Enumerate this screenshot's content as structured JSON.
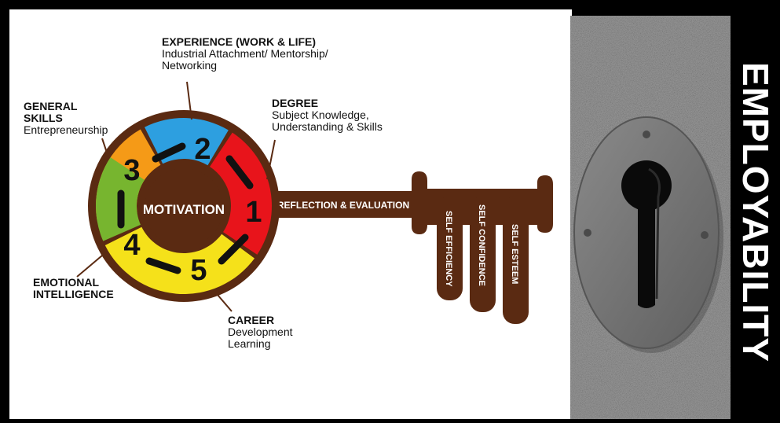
{
  "colors": {
    "brown": "#5a2a12",
    "red": "#e8141b",
    "blue": "#2d9fe0",
    "orange": "#f59a17",
    "green": "#77b52f",
    "yellow": "#f5e11a",
    "panel_gray": "#8f8f8f",
    "plate_gray": "#6f6f6f"
  },
  "diagram": {
    "center_label": "MOTIVATION",
    "segments": [
      {
        "number": "1",
        "color_key": "red"
      },
      {
        "number": "2",
        "color_key": "blue"
      },
      {
        "number": "3",
        "color_key": "orange"
      },
      {
        "number": "4",
        "color_key": "green"
      },
      {
        "number": "5",
        "color_key": "yellow"
      }
    ],
    "shaft_label": "REFLECTION & EVALUATION",
    "teeth": [
      "SELF EFFICIENCY",
      "SELF CONFIDENCE",
      "SELF ESTEEM"
    ],
    "lock_label": "EMPLOYABILITY"
  },
  "labels": {
    "experience": {
      "head": "EXPERIENCE (WORK & LIFE)",
      "sub1": "Industrial Attachment/ Mentorship/",
      "sub2": "Networking"
    },
    "degree": {
      "head": "DEGREE",
      "sub1": "Subject Knowledge,",
      "sub2": "Understanding & Skills"
    },
    "general": {
      "head1": "GENERAL",
      "head2": "SKILLS",
      "sub1": "Entrepreneurship"
    },
    "emotional": {
      "head1": "EMOTIONAL",
      "head2": "INTELLIGENCE"
    },
    "career": {
      "head": "CAREER",
      "sub1": "Development",
      "sub2": "Learning"
    }
  }
}
